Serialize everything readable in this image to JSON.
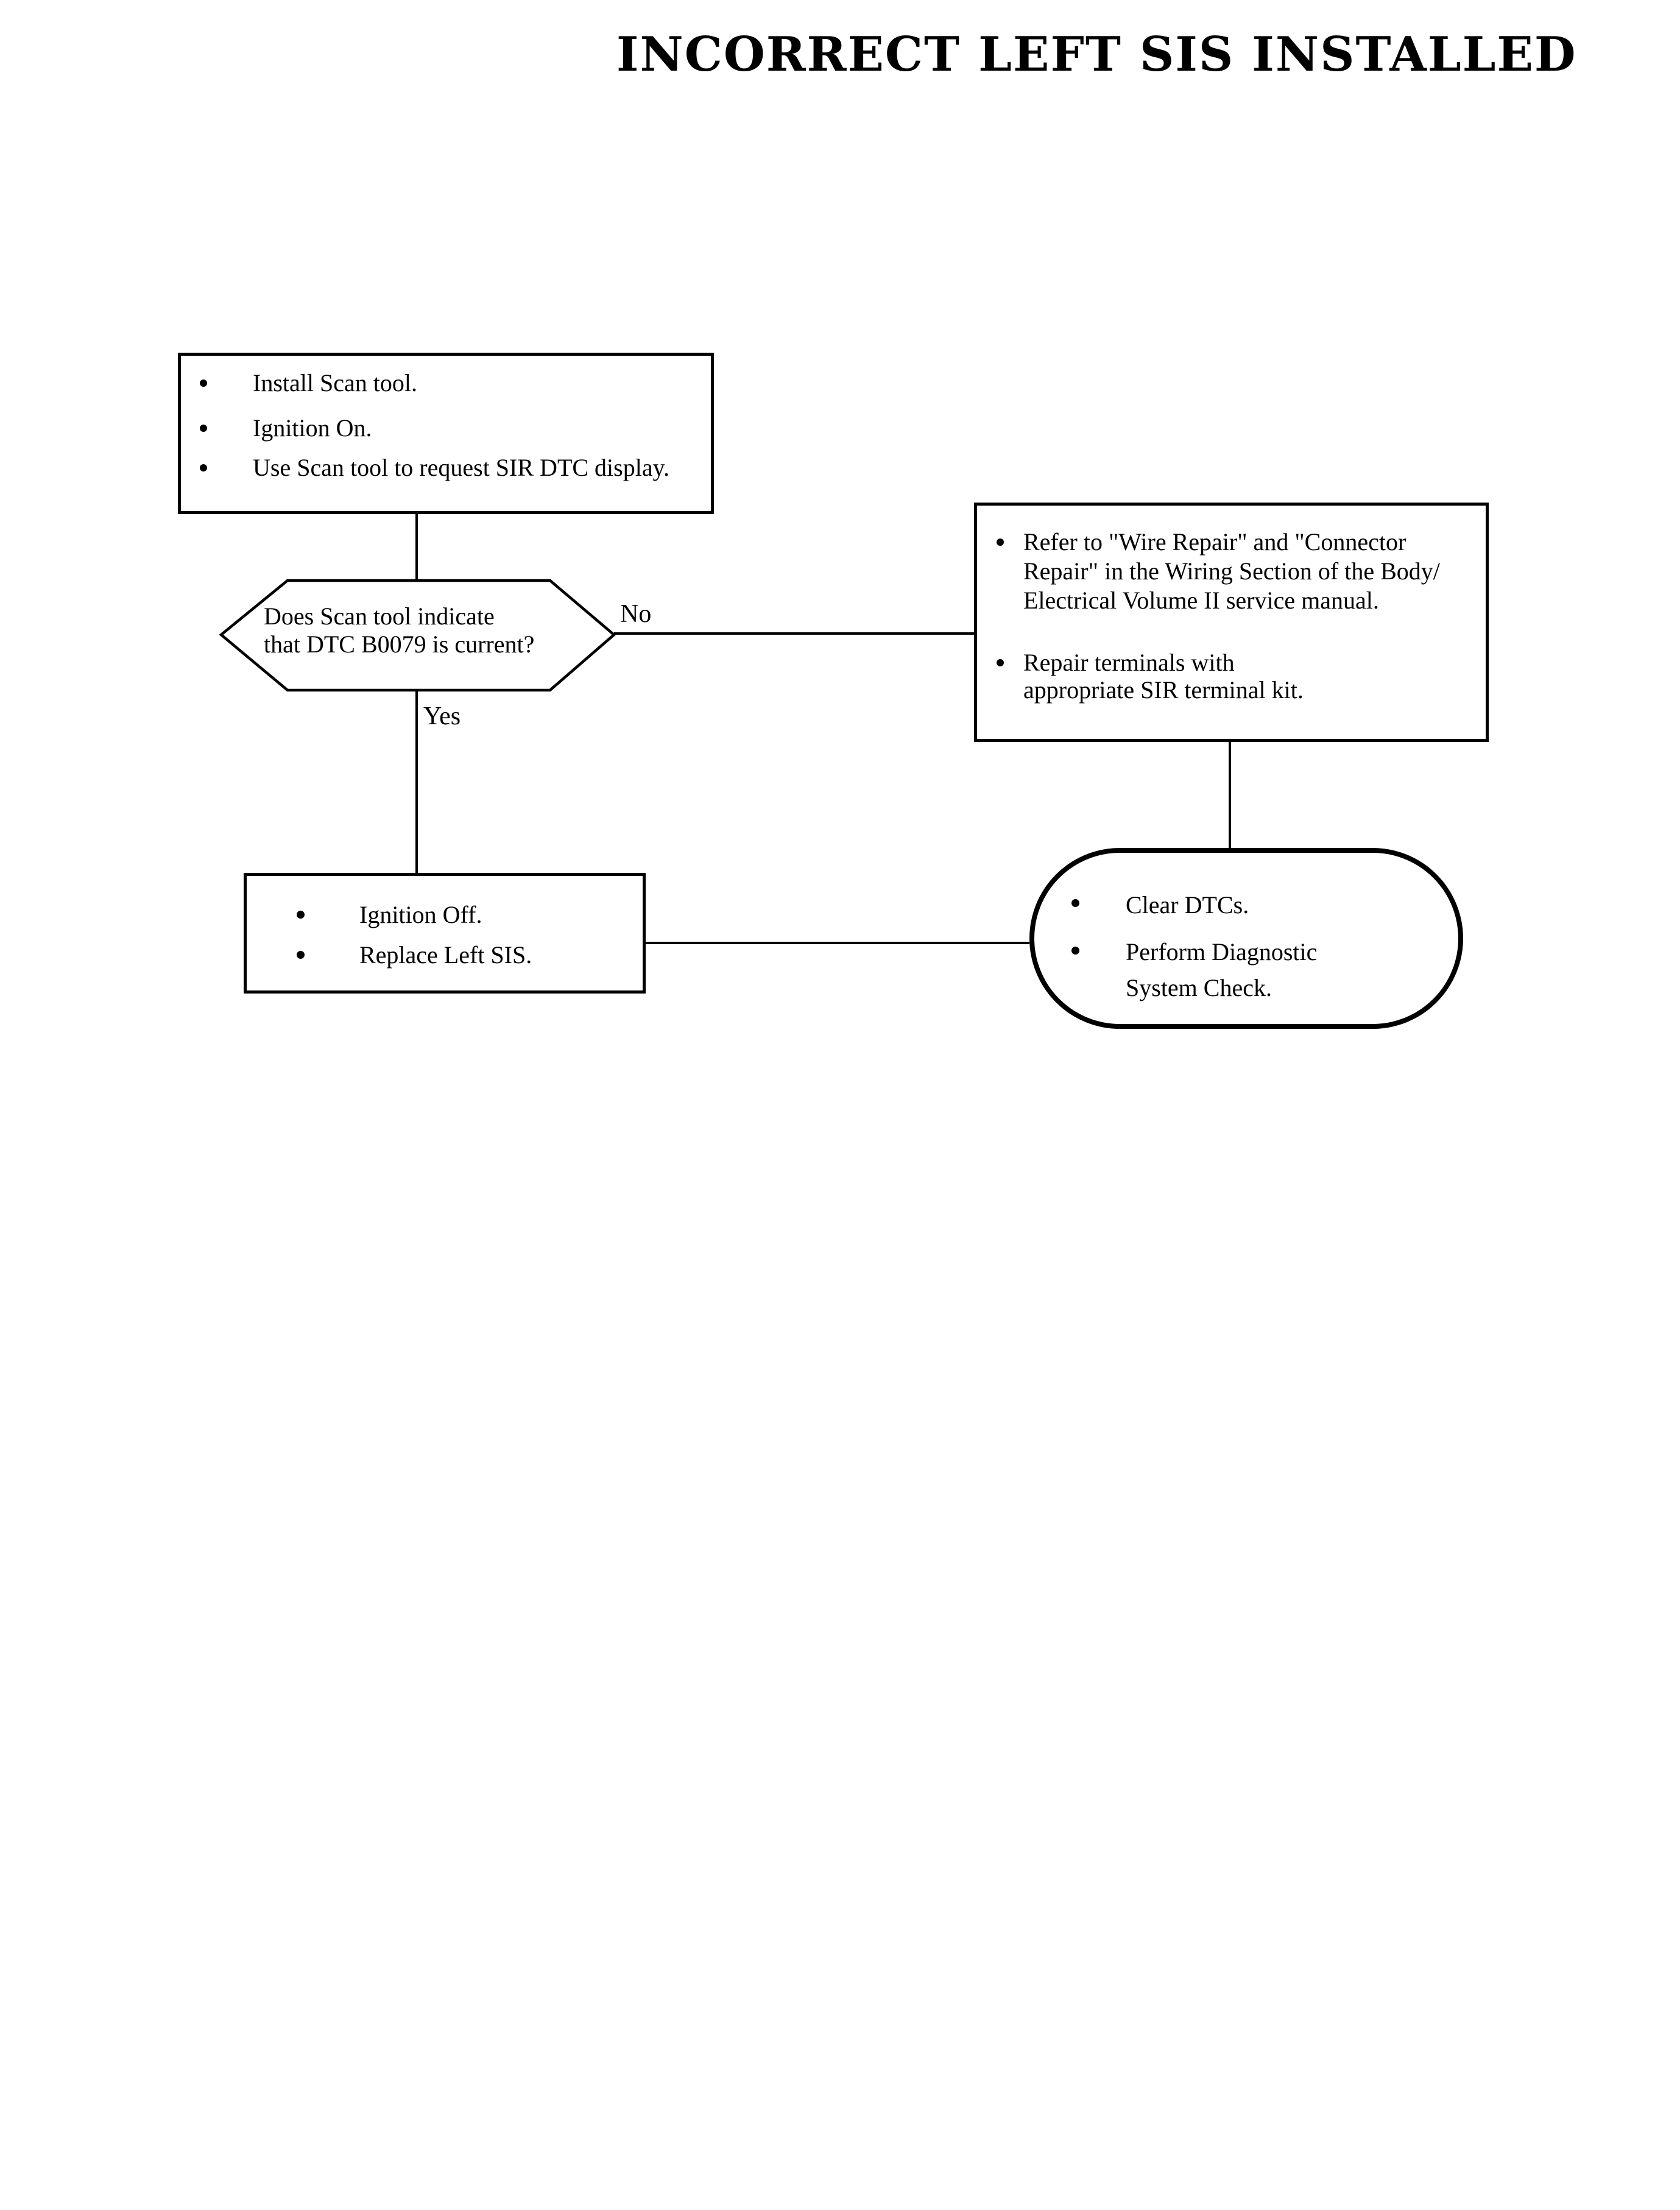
{
  "title": "INCORRECT LEFT SIS INSTALLED",
  "flow": {
    "start_box": {
      "bullets": [
        "Install Scan tool.",
        "Ignition On.",
        "Use Scan tool to request SIR DTC display."
      ]
    },
    "decision": {
      "line1": "Does Scan tool indicate",
      "line2": "that DTC B0079 is current?"
    },
    "labels": {
      "no": "No",
      "yes": "Yes"
    },
    "repair_box": {
      "item1": [
        "Refer to \"Wire Repair\" and \"Connector",
        "Repair\" in the Wiring Section of the Body/",
        "Electrical Volume II service manual."
      ],
      "item2": [
        "Repair terminals with",
        "appropriate SIR terminal kit."
      ]
    },
    "replace_box": {
      "bullets": [
        "Ignition Off.",
        "Replace Left SIS."
      ]
    },
    "end_terminator": {
      "item1": "Clear DTCs.",
      "item2": [
        "Perform Diagnostic",
        "System Check."
      ]
    }
  },
  "colors": {
    "ink": "#000000",
    "paper": "#ffffff"
  }
}
